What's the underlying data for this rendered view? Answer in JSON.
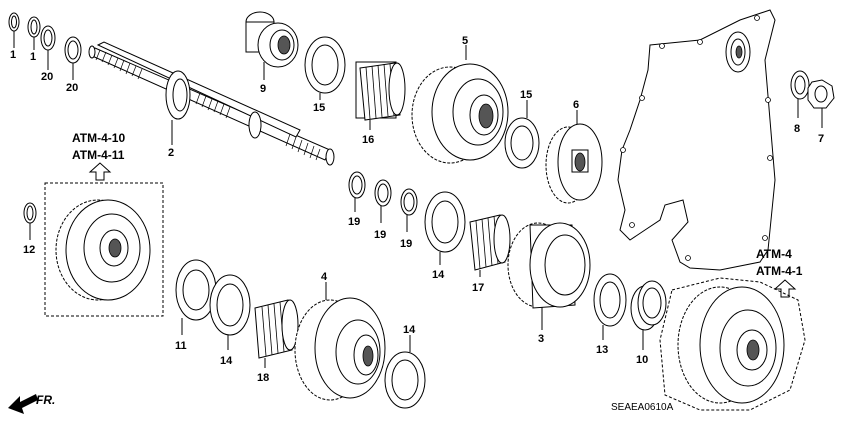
{
  "diagram": {
    "callouts": {
      "p1a": "1",
      "p1b": "1",
      "p20a": "20",
      "p20b": "20",
      "p2": "2",
      "p9": "9",
      "p15a": "15",
      "p16": "16",
      "p5": "5",
      "p15b": "15",
      "p6": "6",
      "p8": "8",
      "p7": "7",
      "p12": "12",
      "p19a": "19",
      "p19b": "19",
      "p19c": "19",
      "p14a": "14",
      "p17": "17",
      "p3": "3",
      "p11": "11",
      "p14b": "14",
      "p18": "18",
      "p4": "4",
      "p14c": "14",
      "p13": "13",
      "p10": "10"
    },
    "refs": {
      "left_line1": "ATM-4-10",
      "left_line2": "ATM-4-11",
      "right_line1": "ATM-4",
      "right_line2": "ATM-4-1"
    },
    "front_label": "FR.",
    "diagram_code": "SEAEA0610A"
  }
}
